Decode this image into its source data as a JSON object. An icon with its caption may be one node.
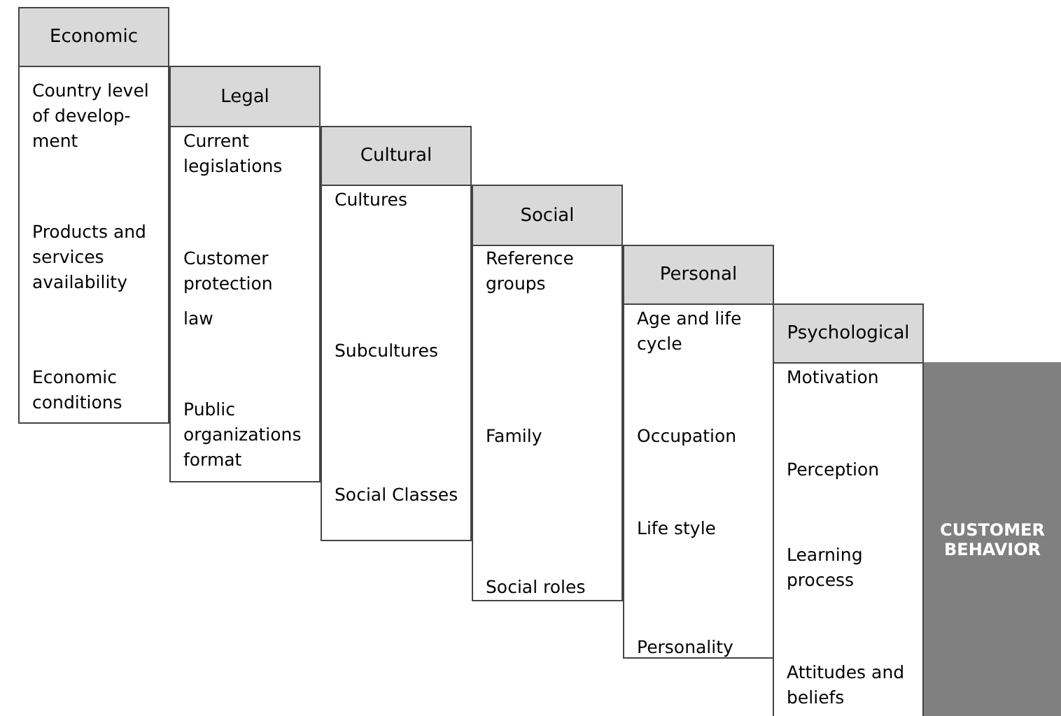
{
  "diagram": {
    "nodes": [
      {
        "text": [
          "Economic"
        ]
      },
      {
        "text": [
          "Country level of develop- ment",
          "Products and services availability",
          "Economic conditions"
        ]
      },
      {
        "text": [
          "Legal"
        ]
      },
      {
        "text": [
          "Current legislations",
          "Customer protection",
          "law",
          "Public organizations format"
        ]
      },
      {
        "text": [
          "Cultural"
        ]
      },
      {
        "text": [
          "Cultures",
          "Subcultures",
          "Social Classes"
        ]
      },
      {
        "text": [
          "Social"
        ]
      },
      {
        "text": [
          "Reference groups",
          "Family",
          "Social roles"
        ]
      },
      {
        "text": [
          "Personal"
        ]
      },
      {
        "text": [
          "Age and life cycle",
          "Occupation",
          "Life style",
          "Personality"
        ]
      },
      {
        "text": [
          "Psychological"
        ]
      },
      {
        "text": [
          "Motivation",
          "Perception",
          "Learning process",
          "Attitudes and beliefs"
        ]
      },
      {
        "text": [
          "CUSTOMER BEHAVIOR"
        ]
      }
    ]
  }
}
